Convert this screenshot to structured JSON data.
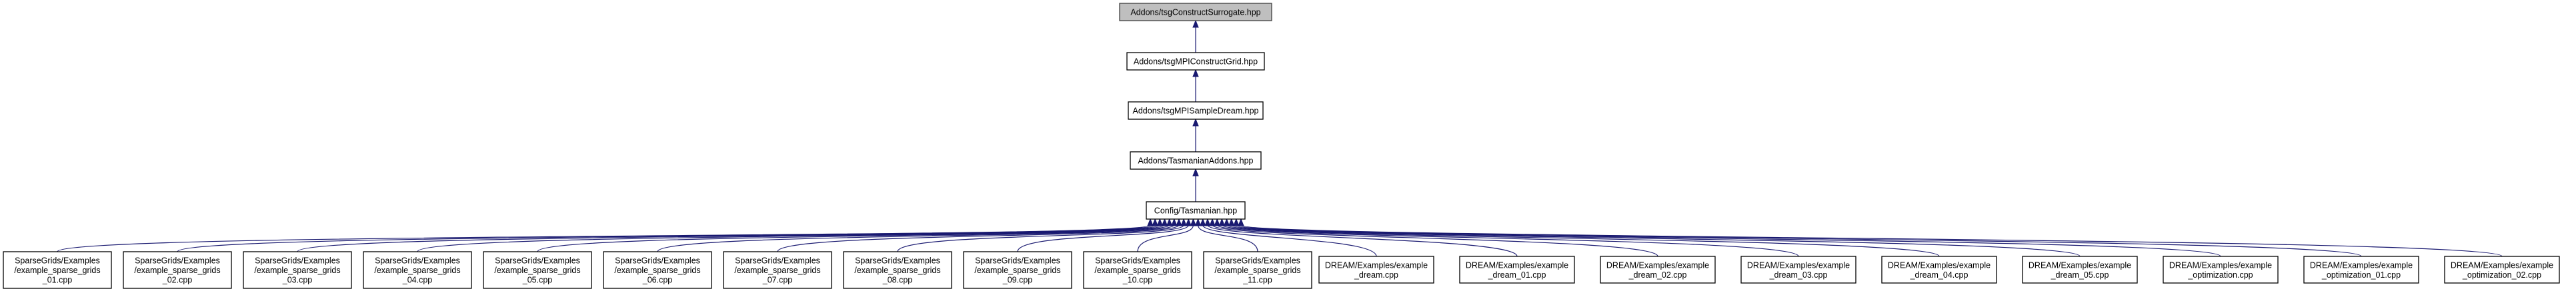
{
  "colors": {
    "edge": "#191970",
    "node_border": "#000000",
    "focus_fill": "#bfbfbf",
    "node_fill": "#ffffff"
  },
  "nodes": [
    {
      "id": "surrogate",
      "lines": [
        "Addons/tsgConstructSurrogate.hpp"
      ],
      "focus": true
    },
    {
      "id": "mpiconstruct",
      "lines": [
        "Addons/tsgMPIConstructGrid.hpp"
      ]
    },
    {
      "id": "mpisample",
      "lines": [
        "Addons/tsgMPISampleDream.hpp"
      ]
    },
    {
      "id": "addons",
      "lines": [
        "Addons/TasmanianAddons.hpp"
      ]
    },
    {
      "id": "tasmanian",
      "lines": [
        "Config/Tasmanian.hpp"
      ]
    },
    {
      "id": "sg01",
      "lines": [
        "SparseGrids/Examples",
        "/example_sparse_grids",
        "_01.cpp"
      ]
    },
    {
      "id": "sg02",
      "lines": [
        "SparseGrids/Examples",
        "/example_sparse_grids",
        "_02.cpp"
      ]
    },
    {
      "id": "sg03",
      "lines": [
        "SparseGrids/Examples",
        "/example_sparse_grids",
        "_03.cpp"
      ]
    },
    {
      "id": "sg04",
      "lines": [
        "SparseGrids/Examples",
        "/example_sparse_grids",
        "_04.cpp"
      ]
    },
    {
      "id": "sg05",
      "lines": [
        "SparseGrids/Examples",
        "/example_sparse_grids",
        "_05.cpp"
      ]
    },
    {
      "id": "sg06",
      "lines": [
        "SparseGrids/Examples",
        "/example_sparse_grids",
        "_06.cpp"
      ]
    },
    {
      "id": "sg07",
      "lines": [
        "SparseGrids/Examples",
        "/example_sparse_grids",
        "_07.cpp"
      ]
    },
    {
      "id": "sg08",
      "lines": [
        "SparseGrids/Examples",
        "/example_sparse_grids",
        "_08.cpp"
      ]
    },
    {
      "id": "sg09",
      "lines": [
        "SparseGrids/Examples",
        "/example_sparse_grids",
        "_09.cpp"
      ]
    },
    {
      "id": "sg10",
      "lines": [
        "SparseGrids/Examples",
        "/example_sparse_grids",
        "_10.cpp"
      ]
    },
    {
      "id": "sg11",
      "lines": [
        "SparseGrids/Examples",
        "/example_sparse_grids",
        "_11.cpp"
      ]
    },
    {
      "id": "dream",
      "lines": [
        "DREAM/Examples/example",
        "_dream.cpp"
      ]
    },
    {
      "id": "dream01",
      "lines": [
        "DREAM/Examples/example",
        "_dream_01.cpp"
      ]
    },
    {
      "id": "dream02",
      "lines": [
        "DREAM/Examples/example",
        "_dream_02.cpp"
      ]
    },
    {
      "id": "dream03",
      "lines": [
        "DREAM/Examples/example",
        "_dream_03.cpp"
      ]
    },
    {
      "id": "dream04",
      "lines": [
        "DREAM/Examples/example",
        "_dream_04.cpp"
      ]
    },
    {
      "id": "dream05",
      "lines": [
        "DREAM/Examples/example",
        "_dream_05.cpp"
      ]
    },
    {
      "id": "opt",
      "lines": [
        "DREAM/Examples/example",
        "_optimization.cpp"
      ]
    },
    {
      "id": "opt01",
      "lines": [
        "DREAM/Examples/example",
        "_optimization_01.cpp"
      ]
    },
    {
      "id": "opt02",
      "lines": [
        "DREAM/Examples/example",
        "_optimization_02.cpp"
      ]
    }
  ],
  "edges": [
    {
      "from": "mpiconstruct",
      "to": "surrogate"
    },
    {
      "from": "mpisample",
      "to": "mpiconstruct"
    },
    {
      "from": "addons",
      "to": "mpisample"
    },
    {
      "from": "tasmanian",
      "to": "addons"
    },
    {
      "from": "sg01",
      "to": "tasmanian"
    },
    {
      "from": "sg02",
      "to": "tasmanian"
    },
    {
      "from": "sg03",
      "to": "tasmanian"
    },
    {
      "from": "sg04",
      "to": "tasmanian"
    },
    {
      "from": "sg05",
      "to": "tasmanian"
    },
    {
      "from": "sg06",
      "to": "tasmanian"
    },
    {
      "from": "sg07",
      "to": "tasmanian"
    },
    {
      "from": "sg08",
      "to": "tasmanian"
    },
    {
      "from": "sg09",
      "to": "tasmanian"
    },
    {
      "from": "sg10",
      "to": "tasmanian"
    },
    {
      "from": "sg11",
      "to": "tasmanian"
    },
    {
      "from": "dream",
      "to": "tasmanian"
    },
    {
      "from": "dream01",
      "to": "tasmanian"
    },
    {
      "from": "dream02",
      "to": "tasmanian"
    },
    {
      "from": "dream03",
      "to": "tasmanian"
    },
    {
      "from": "dream04",
      "to": "tasmanian"
    },
    {
      "from": "dream05",
      "to": "tasmanian"
    },
    {
      "from": "opt",
      "to": "tasmanian"
    },
    {
      "from": "opt01",
      "to": "tasmanian"
    },
    {
      "from": "opt02",
      "to": "tasmanian"
    }
  ]
}
